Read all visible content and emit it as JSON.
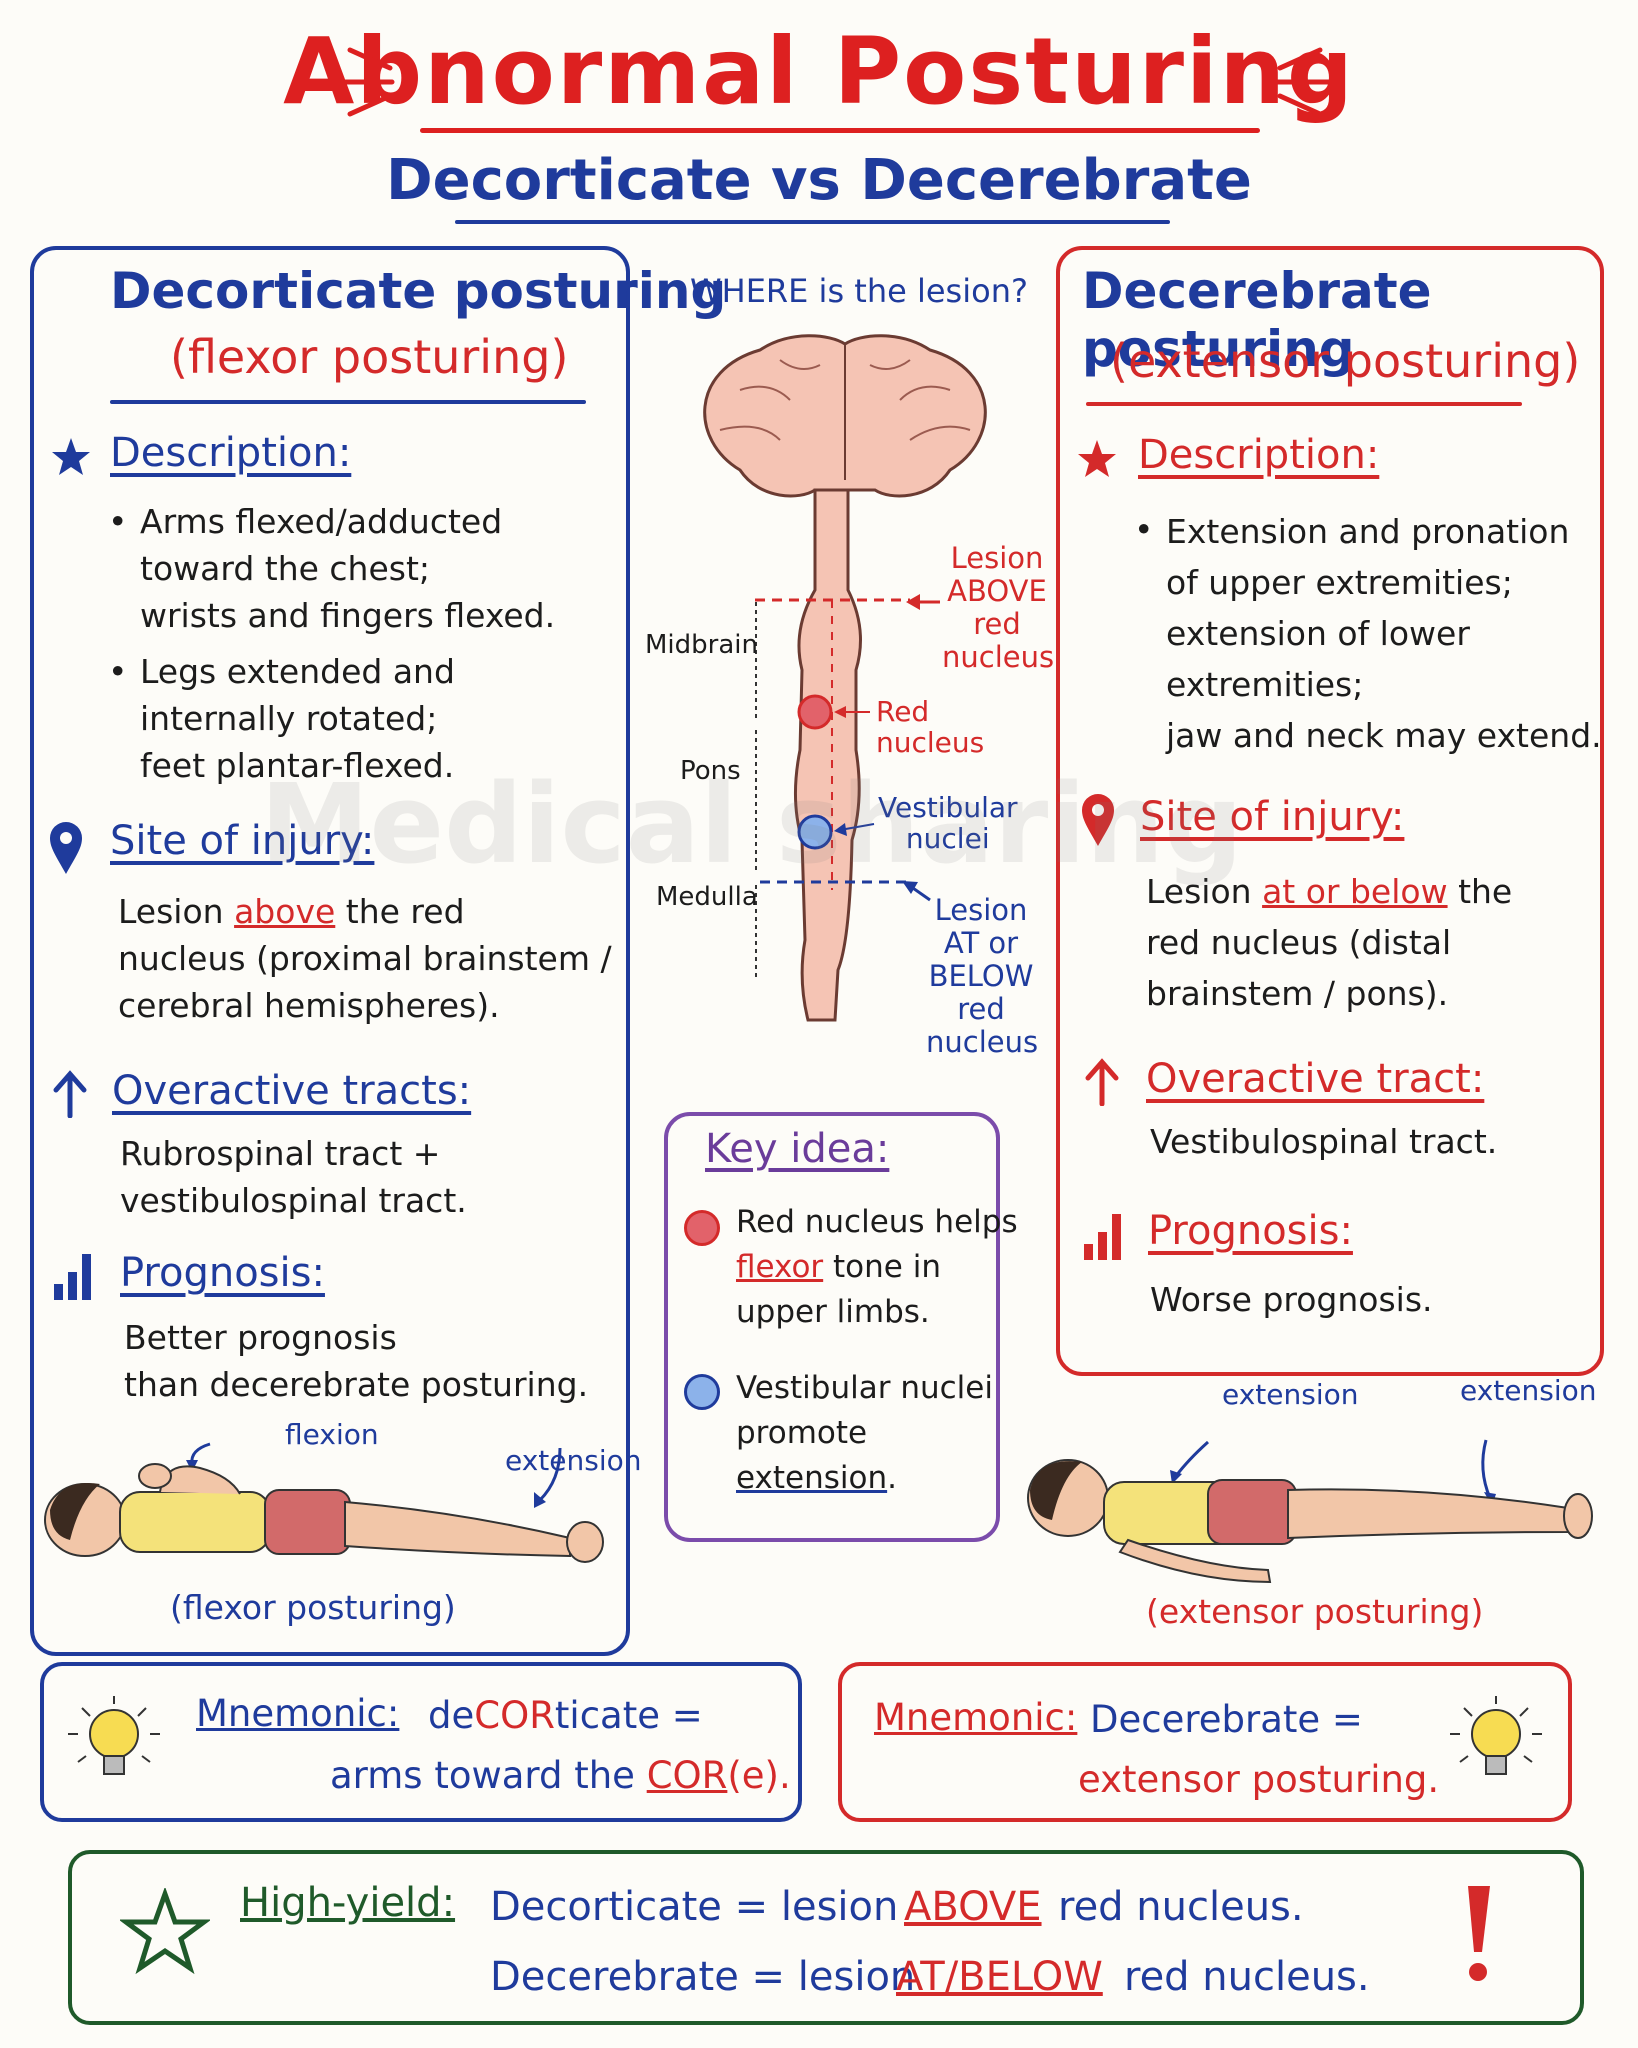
{
  "title": "Abnormal Posturing",
  "subtitle": "Decorticate vs Decerebrate",
  "left": {
    "title": "Decorticate posturing",
    "subtitle": "(flexor posturing)",
    "description_head": "Description:",
    "description_b1": [
      "Arms flexed/adducted",
      "toward the chest;",
      "wrists and fingers flexed."
    ],
    "description_b2": [
      "Legs extended and",
      "internally rotated;",
      "feet plantar-flexed."
    ],
    "site_head": "Site of injury:",
    "site_pre": "Lesion ",
    "site_emph": "above",
    "site_post": " the red",
    "site_lines": [
      "nucleus (proximal brainstem /",
      "cerebral hemispheres)."
    ],
    "tracts_head": "Overactive tracts:",
    "tracts_lines": [
      "Rubrospinal tract +",
      "vestibulospinal tract."
    ],
    "prognosis_head": "Prognosis:",
    "prognosis_lines": [
      "Better prognosis",
      "than decerebrate posturing."
    ],
    "fig_flexion": "flexion",
    "fig_extension": "extension",
    "caption": "(flexor posturing)"
  },
  "center": {
    "question": "WHERE is the lesion?",
    "midbrain": "Midbrain",
    "pons": "Pons",
    "medulla": "Medulla",
    "lesion_above": [
      "Lesion",
      "ABOVE",
      "red",
      "nucleus"
    ],
    "red_nucleus": [
      "Red",
      "nucleus"
    ],
    "vestibular_nuclei": [
      "Vestibular",
      "nuclei"
    ],
    "lesion_below": [
      "Lesion",
      "AT or",
      "BELOW",
      "red",
      "nucleus"
    ],
    "key_title": "Key idea:",
    "key_red_1": "Red nucleus helps",
    "key_red_emph": "flexor",
    "key_red_2": " tone in",
    "key_red_3": "upper limbs.",
    "key_blue_lines": [
      "Vestibular nuclei",
      "promote"
    ],
    "key_blue_emph": "extension",
    "key_blue_end": "."
  },
  "right": {
    "title": "Decerebrate posturing",
    "subtitle": "(extensor posturing)",
    "description_head": "Description:",
    "description_b1": [
      "Extension and pronation",
      "of upper extremities;",
      "extension of lower",
      "extremities;",
      "jaw and neck may extend."
    ],
    "site_head": "Site of injury:",
    "site_pre": "Lesion ",
    "site_emph": "at or below",
    "site_post": " the",
    "site_lines": [
      "red nucleus (distal",
      "brainstem / pons)."
    ],
    "tracts_head": "Overactive tract:",
    "tracts_lines": [
      "Vestibulospinal tract."
    ],
    "prognosis_head": "Prognosis:",
    "prognosis_lines": [
      "Worse prognosis."
    ],
    "fig_extension_1": "extension",
    "fig_extension_2": "extension",
    "caption": "(extensor posturing)"
  },
  "mnemonic_left": {
    "label": "Mnemonic:",
    "line1_pre": "de",
    "line1_emph": "COR",
    "line1_post": "ticate =",
    "line2_pre": "arms toward the ",
    "line2_emph": "COR",
    "line2_post": "(e)."
  },
  "mnemonic_right": {
    "label": "Mnemonic:",
    "line1": "Decerebrate =",
    "line2": "extensor posturing."
  },
  "high_yield": {
    "label": "High-yield:",
    "l1_pre": "Decorticate = lesion",
    "l1_emph": "ABOVE",
    "l1_post": "red nucleus.",
    "l2_pre": "Decerebrate = lesion",
    "l2_emph": "AT/BELOW",
    "l2_post": "red nucleus."
  },
  "watermark": "Medical sharing",
  "colors": {
    "blue": "#1f3b9c",
    "red": "#d42a2a",
    "green": "#1f5a2a",
    "purple": "#6a3c9a"
  }
}
